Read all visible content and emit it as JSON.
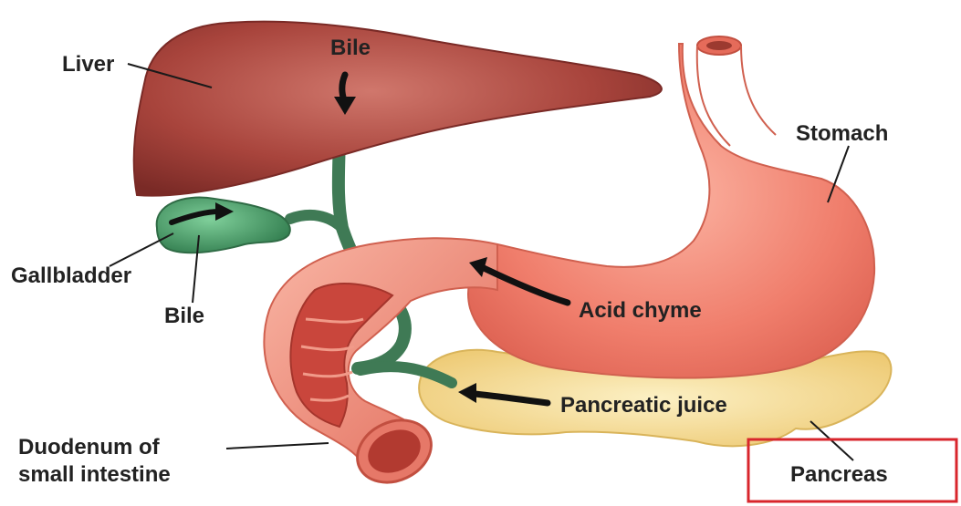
{
  "labels": {
    "liver": "Liver",
    "bile_top": "Bile",
    "stomach": "Stomach",
    "gallbladder": "Gallbladder",
    "bile_bottom": "Bile",
    "acid_chyme": "Acid chyme",
    "pancreatic_juice": "Pancreatic juice",
    "duodenum_line1": "Duodenum of",
    "duodenum_line2": "small intestine",
    "pancreas": "Pancreas"
  },
  "colors": {
    "liver": "#a8443c",
    "gallbladder": "#4c9a68",
    "duct": "#3f7a55",
    "stomach": "#f07e6c",
    "intestine": "#ee8a78",
    "pancreas": "#f6dd96",
    "highlight_box": "#d8262c"
  }
}
